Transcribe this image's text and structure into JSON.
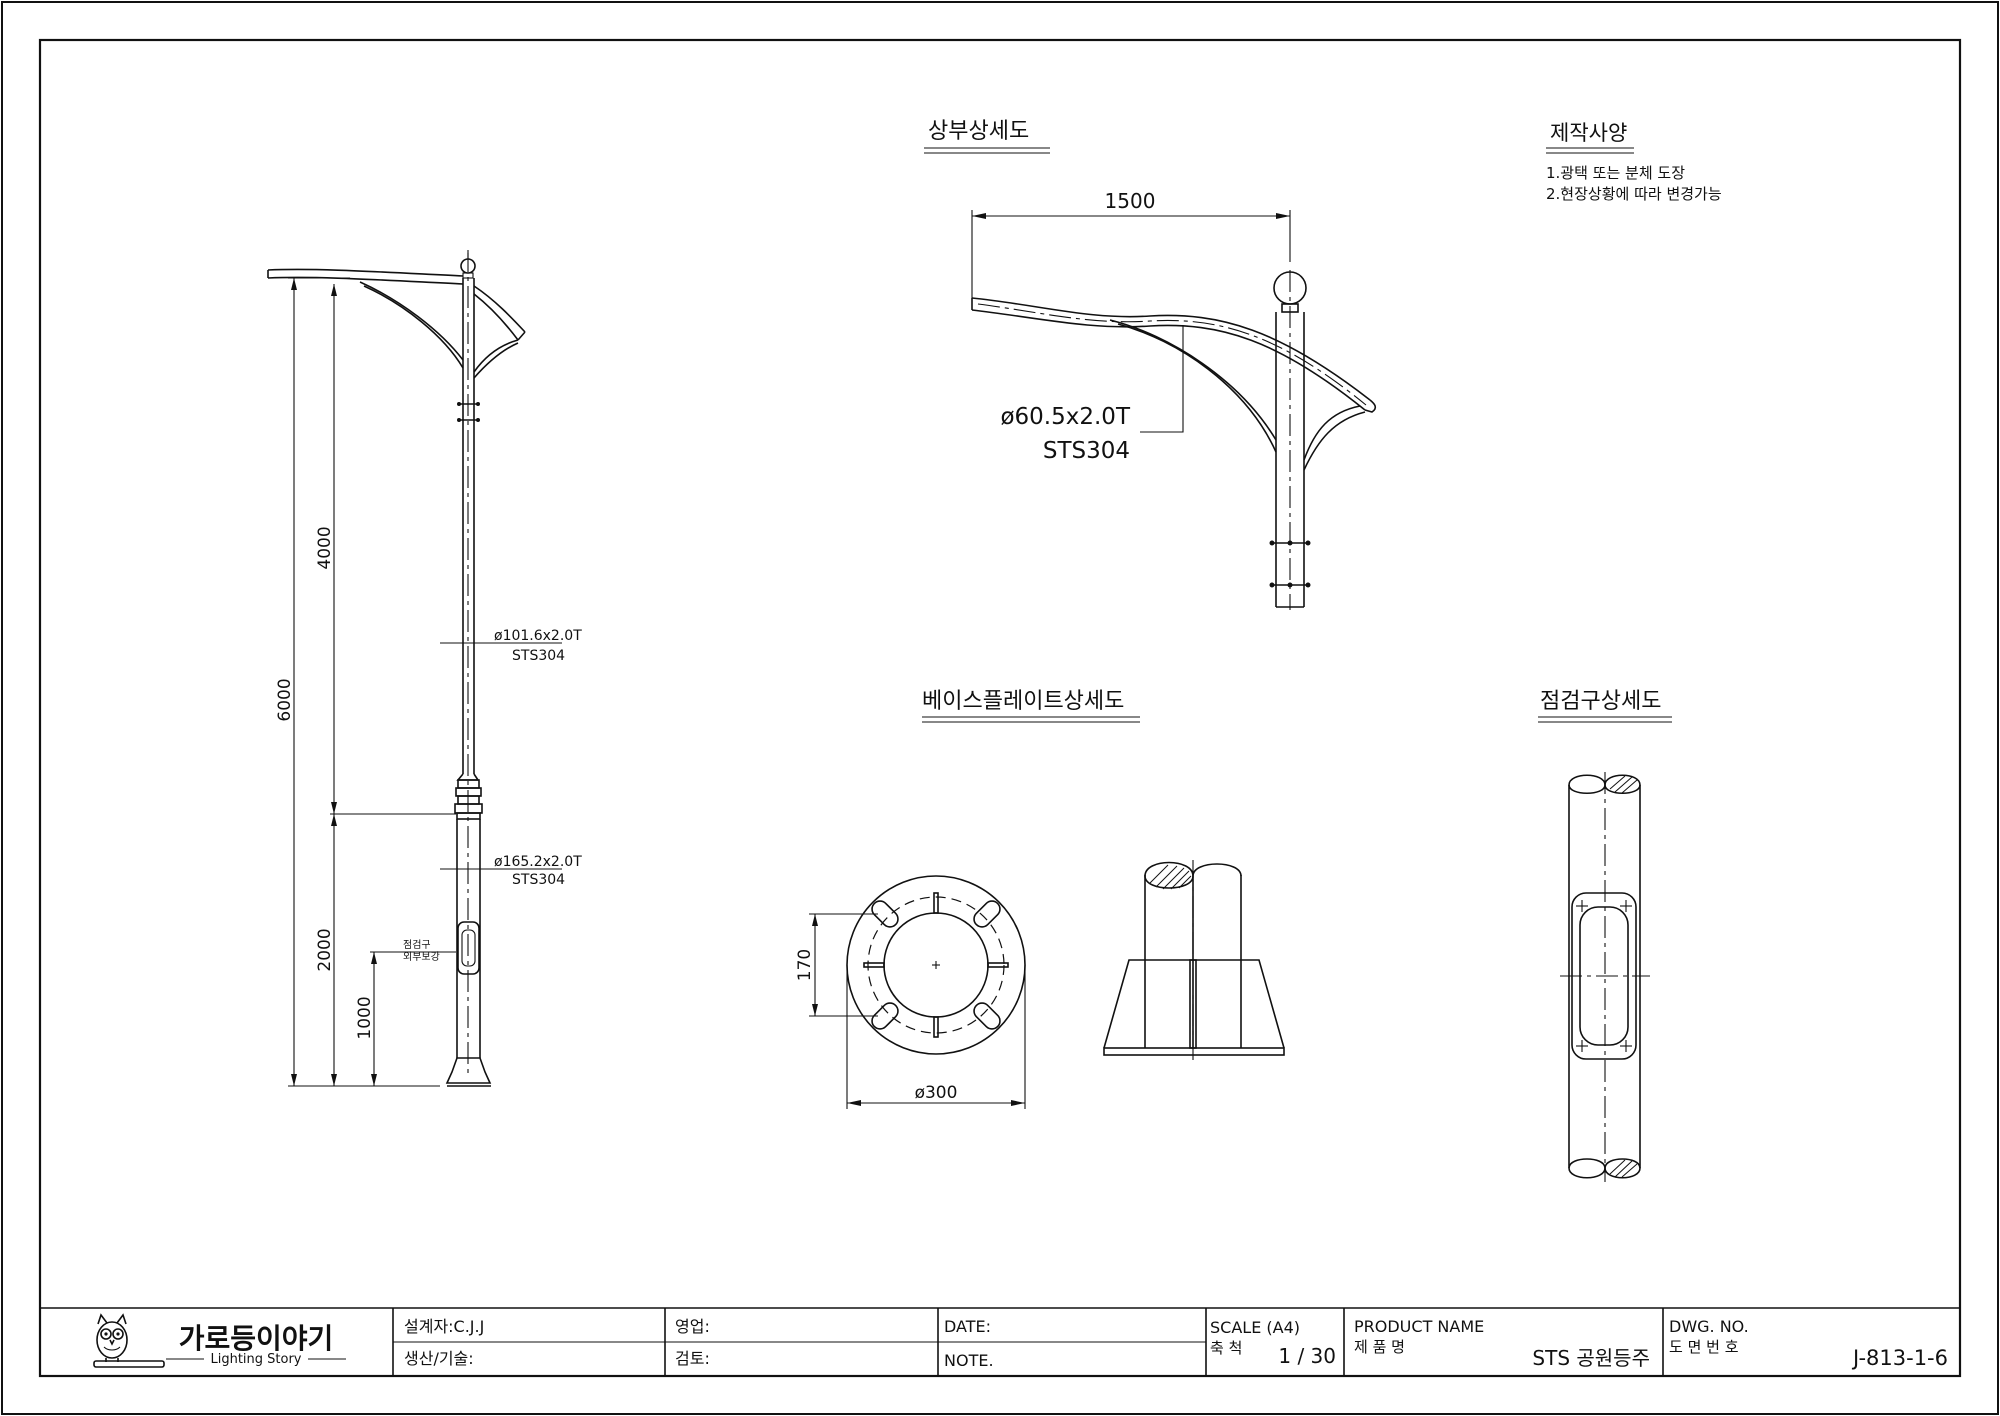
{
  "main_view": {
    "dim_total": "6000",
    "dim_upper": "4000",
    "dim_lower": "2000",
    "dim_access": "1000",
    "pipe_upper_size": "ø101.6x2.0T",
    "pipe_upper_material": "STS304",
    "pipe_lower_size": "ø165.2x2.0T",
    "pipe_lower_material": "STS304",
    "access_label_1": "점검구",
    "access_label_2": "외부보강"
  },
  "top_detail": {
    "title": "상부상세도",
    "dim_span": "1500",
    "arm_size": "ø60.5x2.0T",
    "arm_material": "STS304"
  },
  "spec": {
    "title": "제작사양",
    "items": [
      "1.광택 또는 분체 도장",
      "2.현장상황에 따라 변경가능"
    ]
  },
  "base_detail": {
    "title": "베이스플레이트상세도",
    "dim_bolt": "170",
    "dim_plate": "ø300"
  },
  "access_detail": {
    "title": "점검구상세도"
  },
  "title_block": {
    "company_name": "가로등이야기",
    "company_sub": "Lighting Story",
    "designer": "설계자:C.J.J",
    "production": "생산/기술:",
    "sales": "영업:",
    "review": "검토:",
    "date": "DATE:",
    "note": "NOTE.",
    "scale_label": "SCALE (A4)",
    "scale_ko": "축 척",
    "scale_value": "1 / 30",
    "product_label": "PRODUCT NAME",
    "product_ko": "제 품 명",
    "product_value": "STS 공원등주",
    "dwg_label": "DWG. NO.",
    "dwg_ko": "도 면 번 호",
    "dwg_value": "J-813-1-6"
  }
}
